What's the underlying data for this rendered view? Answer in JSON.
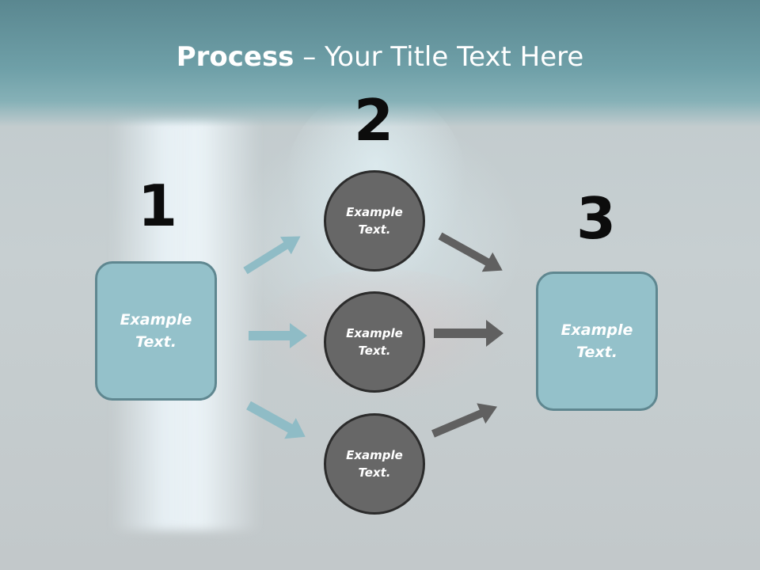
{
  "title": {
    "bold": "Process",
    "rest": " – Your Title Text Here"
  },
  "steps": {
    "one": "1",
    "two": "2",
    "three": "3"
  },
  "left_box": {
    "text": "Example\nText."
  },
  "right_box": {
    "text": "Example\nText."
  },
  "circles": [
    {
      "text": "Example\nText."
    },
    {
      "text": "Example\nText."
    },
    {
      "text": "Example\nText."
    }
  ],
  "colors": {
    "box_fill": "#94c1ca",
    "box_border": "#5f8790",
    "circle_fill": "#676767",
    "left_arrow": "#8fbcc6",
    "right_arrow": "#606060",
    "header": "#6fa0a8"
  }
}
